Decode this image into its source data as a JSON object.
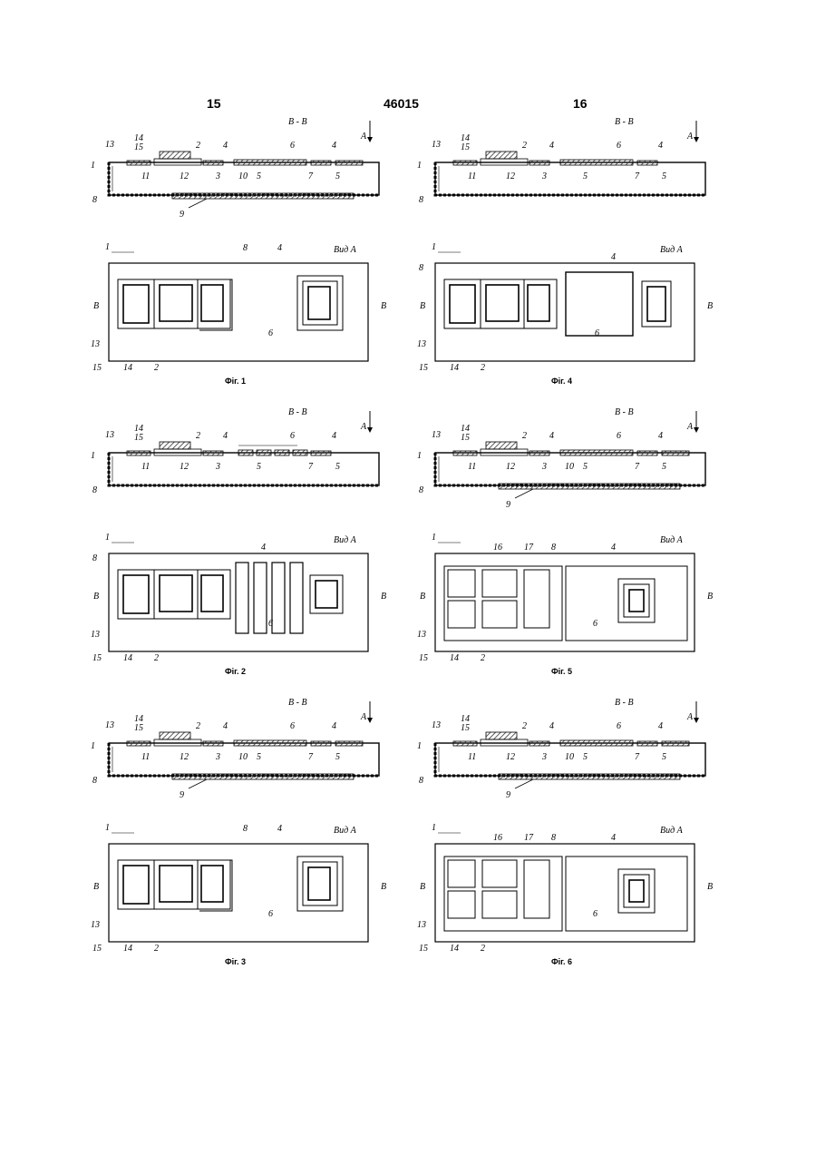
{
  "page": {
    "left_page_number": "15",
    "patent_number": "46015",
    "right_page_number": "16"
  },
  "labels": {
    "section": "B - B",
    "view_arrow": "A",
    "view": "Вид А",
    "side": "B"
  },
  "figures": [
    {
      "id": "fig1",
      "caption": "Фіг. 1",
      "variant": "a"
    },
    {
      "id": "fig4",
      "caption": "Фіг. 4",
      "variant": "d"
    },
    {
      "id": "fig2",
      "caption": "Фіг. 2",
      "variant": "b"
    },
    {
      "id": "fig5",
      "caption": "Фіг. 5",
      "variant": "e"
    },
    {
      "id": "fig3",
      "caption": "Фіг. 3",
      "variant": "a"
    },
    {
      "id": "fig6",
      "caption": "Фіг. 6",
      "variant": "e"
    }
  ],
  "colors": {
    "ink": "#000000",
    "hatch": "#333333",
    "paper": "#ffffff"
  }
}
